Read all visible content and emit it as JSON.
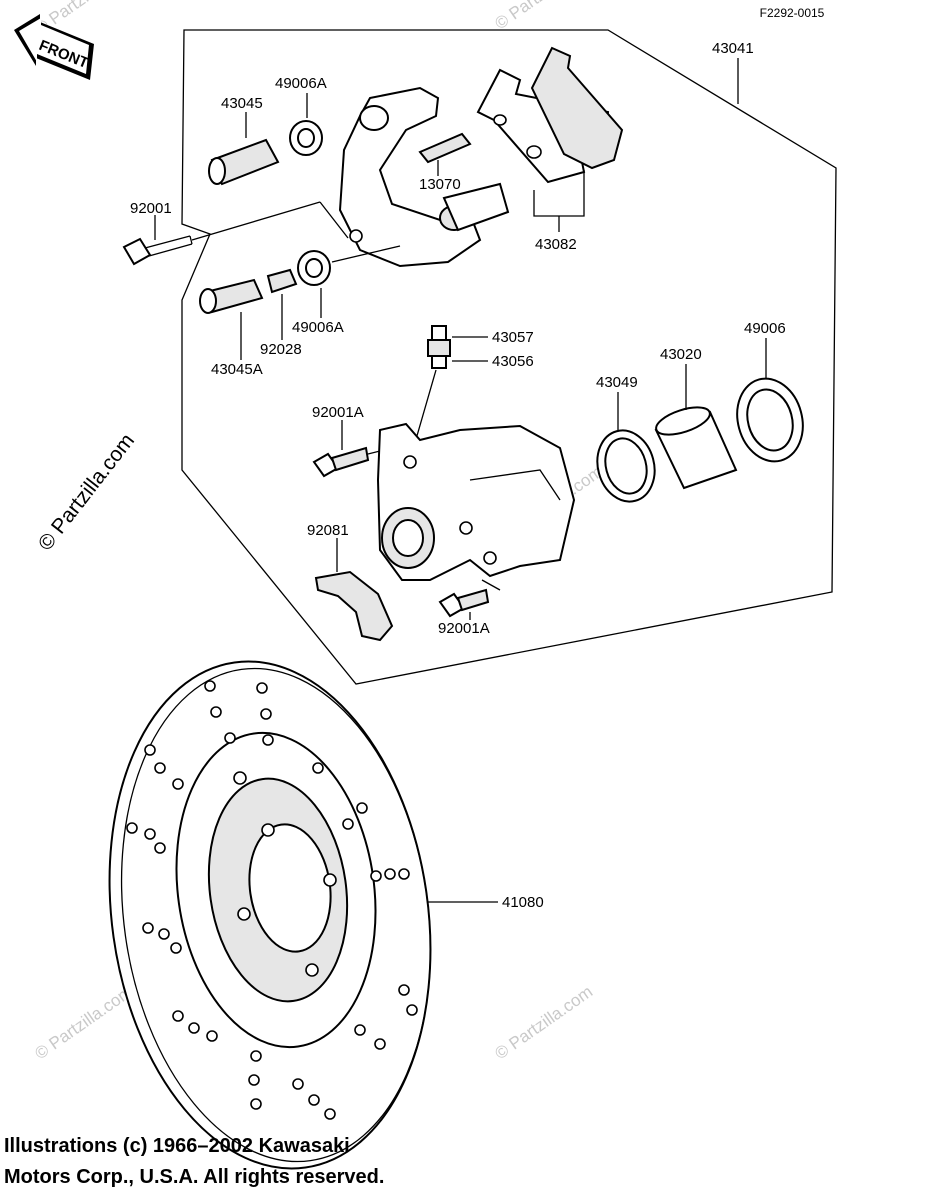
{
  "figure_code": "F2292-0015",
  "front_label": "FRONT",
  "watermarks": {
    "prominent": "© Partzilla.com",
    "faint": "© Partzilla.com"
  },
  "parts": [
    {
      "id": "p-43041",
      "number": "43041"
    },
    {
      "id": "p-43045",
      "number": "43045"
    },
    {
      "id": "p-49006a-top",
      "number": "49006A"
    },
    {
      "id": "p-13070",
      "number": "13070"
    },
    {
      "id": "p-92001",
      "number": "92001"
    },
    {
      "id": "p-43082",
      "number": "43082"
    },
    {
      "id": "p-49006a-bot",
      "number": "49006A"
    },
    {
      "id": "p-92028",
      "number": "92028"
    },
    {
      "id": "p-43045a",
      "number": "43045A"
    },
    {
      "id": "p-43057",
      "number": "43057"
    },
    {
      "id": "p-43056",
      "number": "43056"
    },
    {
      "id": "p-43020",
      "number": "43020"
    },
    {
      "id": "p-49006",
      "number": "49006"
    },
    {
      "id": "p-43049",
      "number": "43049"
    },
    {
      "id": "p-92001a-top",
      "number": "92001A"
    },
    {
      "id": "p-92081",
      "number": "92081"
    },
    {
      "id": "p-92001a-bot",
      "number": "92001A"
    },
    {
      "id": "p-41080",
      "number": "41080"
    }
  ],
  "copyright": {
    "line1": "Illustrations (c) 1966–2002 Kawasaki",
    "line2": "Motors Corp., U.S.A.  All rights reserved."
  }
}
